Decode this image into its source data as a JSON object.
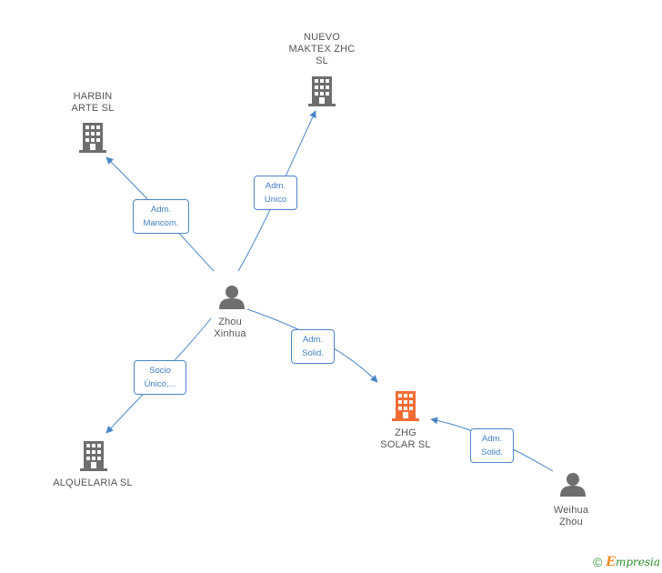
{
  "colors": {
    "edge": "#4a86c8",
    "company": "#6e6e6e",
    "company_highlight": "#f26d35",
    "person": "#6e6e6e",
    "brand": "#2b8f2b"
  },
  "nodes": {
    "nuevo_maktex": {
      "label": "NUEVO\nMAKTEX ZHC\nSL",
      "icon": "building-icon"
    },
    "harbin_arte": {
      "label": "HARBIN\nARTE SL",
      "icon": "building-icon"
    },
    "zhou_xinhua": {
      "label": "Zhou\nXinhua",
      "icon": "person-icon"
    },
    "zhg_solar": {
      "label": "ZHG\nSOLAR SL",
      "icon": "building-icon"
    },
    "alquelaria": {
      "label": "ALQUELARIA SL",
      "icon": "building-icon"
    },
    "weihua_zhou": {
      "label": "Weihua\nZhou",
      "icon": "person-icon"
    }
  },
  "edges": {
    "e1": {
      "label": "Adm.\nMancom."
    },
    "e2": {
      "label": "Adm.\nUnico"
    },
    "e3": {
      "label": "Adm.\nSolid."
    },
    "e4": {
      "label": "Socio\nÚnico,..."
    },
    "e5": {
      "label": "Adm.\nSolid."
    }
  },
  "footer": {
    "copyright": "©",
    "brand_first": "E",
    "brand_rest": "mpresia"
  }
}
